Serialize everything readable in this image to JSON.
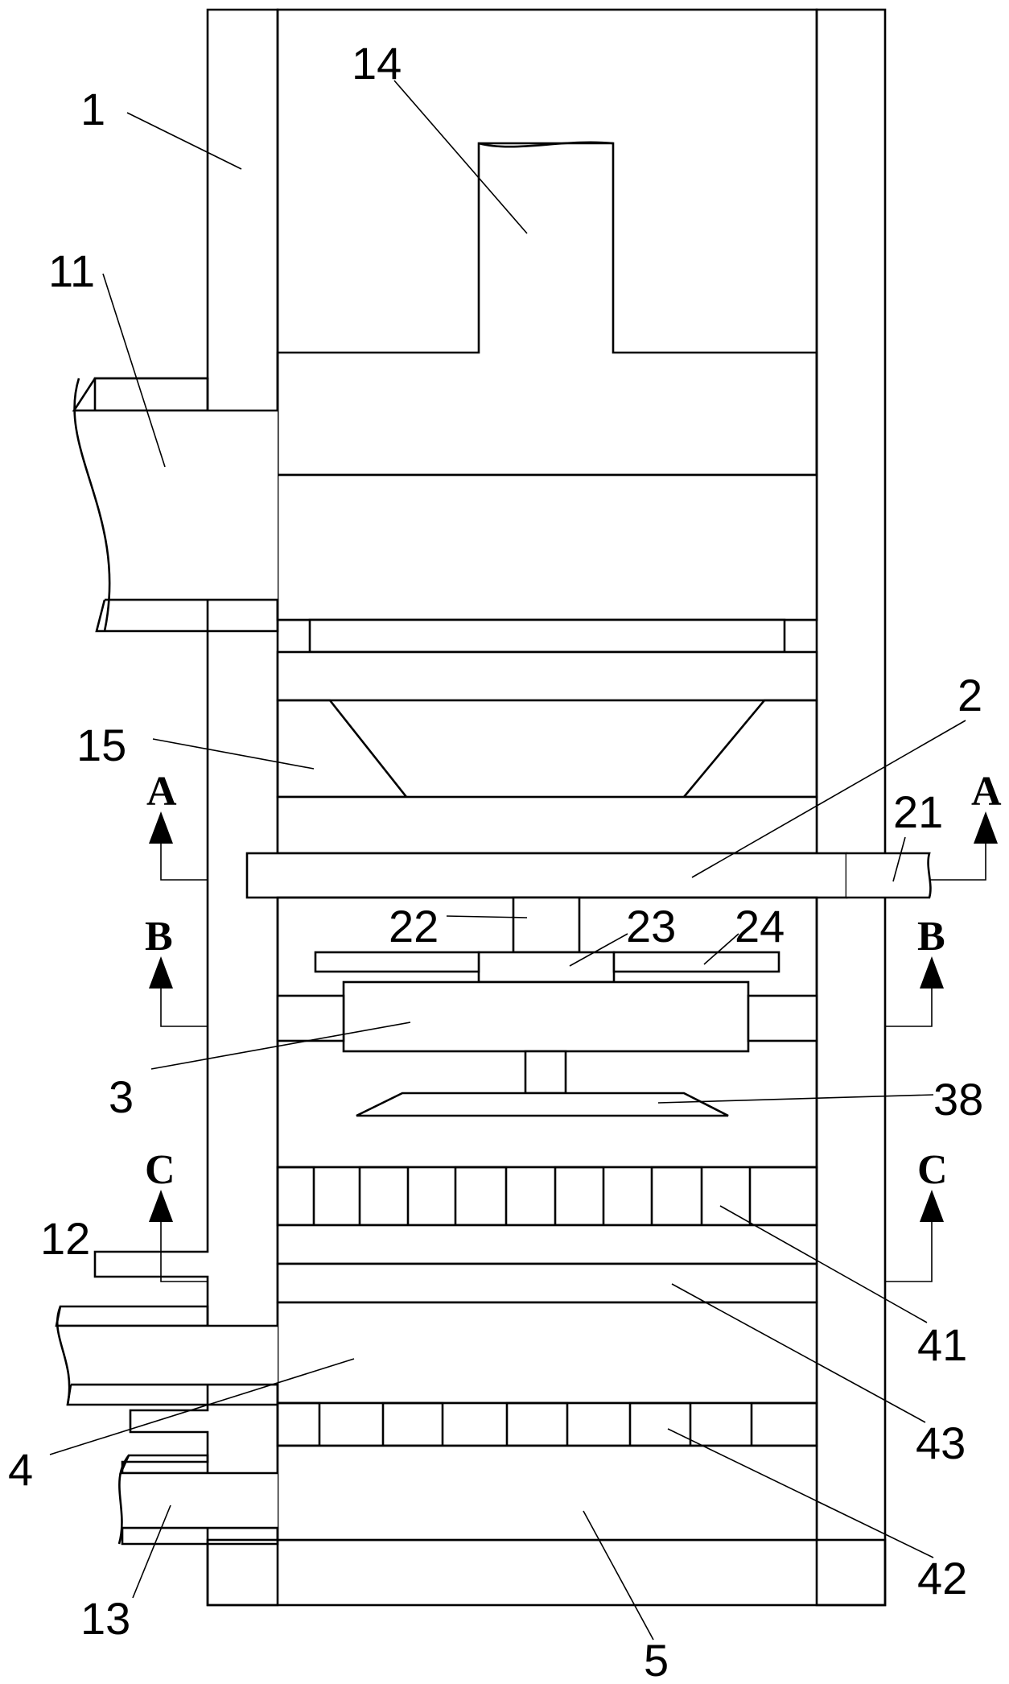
{
  "labels": {
    "l1": "1",
    "l11": "11",
    "l14": "14",
    "l15": "15",
    "l2": "2",
    "l21": "21",
    "l22": "22",
    "l23": "23",
    "l24": "24",
    "l3": "3",
    "l38": "38",
    "l12": "12",
    "l4": "4",
    "l13": "13",
    "l41": "41",
    "l43": "43",
    "l42": "42",
    "l5": "5"
  },
  "sections": {
    "a_left": "A",
    "a_right": "A",
    "b_left": "B",
    "b_right": "B",
    "c_left": "C",
    "c_right": "C"
  }
}
